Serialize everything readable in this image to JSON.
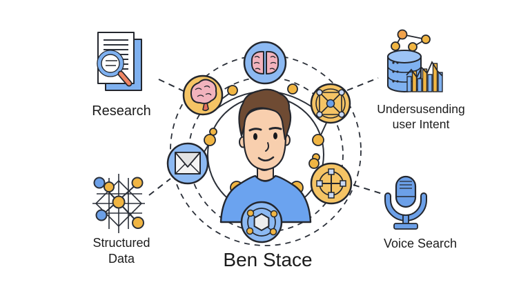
{
  "diagram": {
    "center": {
      "name": "Ben Stace",
      "figure": "man-avatar"
    },
    "nodes": {
      "research": {
        "label": "Research",
        "icon": "document-search-icon"
      },
      "understanding": {
        "line1": "Undersusending",
        "line2": "user Intent",
        "icon": "database-analytics-icon"
      },
      "structured": {
        "line1": "Structured",
        "line2": "Data",
        "icon": "data-grid-icon"
      },
      "voice": {
        "label": "Voice Search",
        "icon": "microphone-icon"
      }
    },
    "orbit_badges": [
      "brain-top-icon",
      "brain-side-icon",
      "cube-network-icon",
      "envelope-icon",
      "node-cross-icon",
      "hexagon-network-icon"
    ],
    "colors": {
      "badge_blue": "#8cb9f2",
      "badge_yellow": "#f5c465",
      "icon_blue": "#7fb1f0",
      "icon_yellow": "#f0b543",
      "brain_pink": "#f2b3bd",
      "handle_coral": "#ef8563",
      "skin": "#f8cfae",
      "hair_brown": "#6f4b33",
      "shirt_blue": "#6ba3ef",
      "outline": "#23262d",
      "text": "#1b1b1b"
    }
  }
}
